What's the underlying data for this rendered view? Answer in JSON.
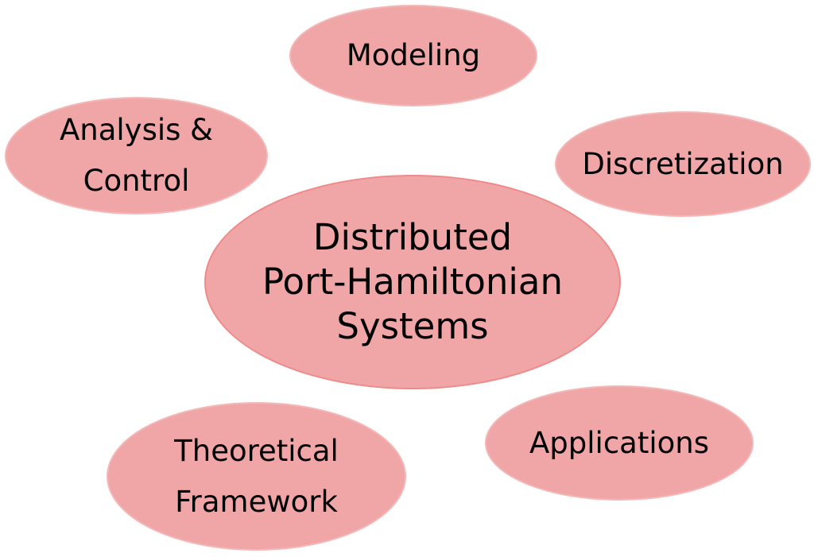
{
  "colors": {
    "bubble_fill": "#f0a6a6",
    "bubble_border": "#f4b8b8",
    "center_border": "#f08a8a",
    "text": "#000000"
  },
  "center": {
    "label": "Distributed\nPort-Hamiltonian\nSystems"
  },
  "topics": {
    "modeling": "Modeling",
    "analysis_control": "Analysis &\nControl",
    "discretization": "Discretization",
    "theoretical_framework": "Theoretical\nFramework",
    "applications": "Applications"
  }
}
